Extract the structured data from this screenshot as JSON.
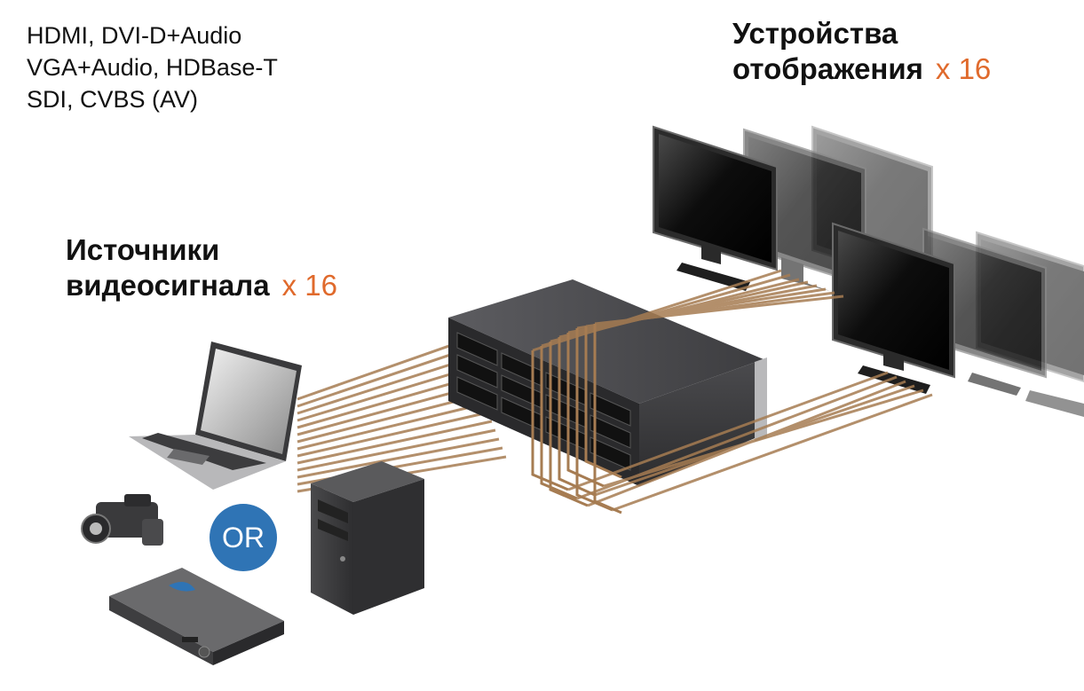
{
  "formats": [
    "HDMI, DVI-D+Audio",
    "VGA+Audio, HDBase-T",
    "SDI, CVBS (AV)"
  ],
  "sources": {
    "title_line1": "Источники",
    "title_line2": "видеосигнала",
    "multiplier": "x 16"
  },
  "displays": {
    "title_line1": "Устройства",
    "title_line2": "отображения",
    "multiplier": "x 16"
  },
  "or_label": "OR",
  "colors": {
    "accent": "#e06a2c",
    "cable": "#a67c52",
    "badge": "#2f74b5",
    "device_dark": "#3a3a3c"
  }
}
